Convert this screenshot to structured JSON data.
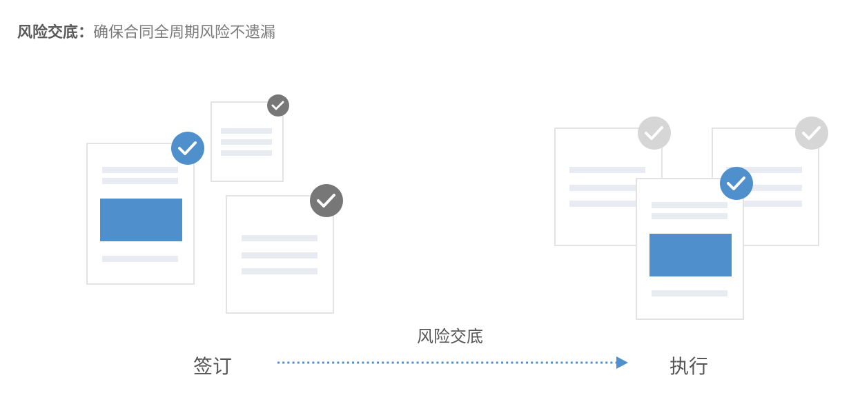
{
  "heading": {
    "label": "风险交底：",
    "text": "确保合同全周期风险不遗漏"
  },
  "flow": {
    "caption": "风险交底",
    "start_label": "签订",
    "end_label": "执行"
  },
  "colors": {
    "accent": "#4e8fcc",
    "doc_border": "#e3e3e3",
    "line_fill": "#e8ebf2",
    "check_dark": "#777777",
    "check_light": "#d6d6d6",
    "arrow": "#4e8fcc"
  }
}
